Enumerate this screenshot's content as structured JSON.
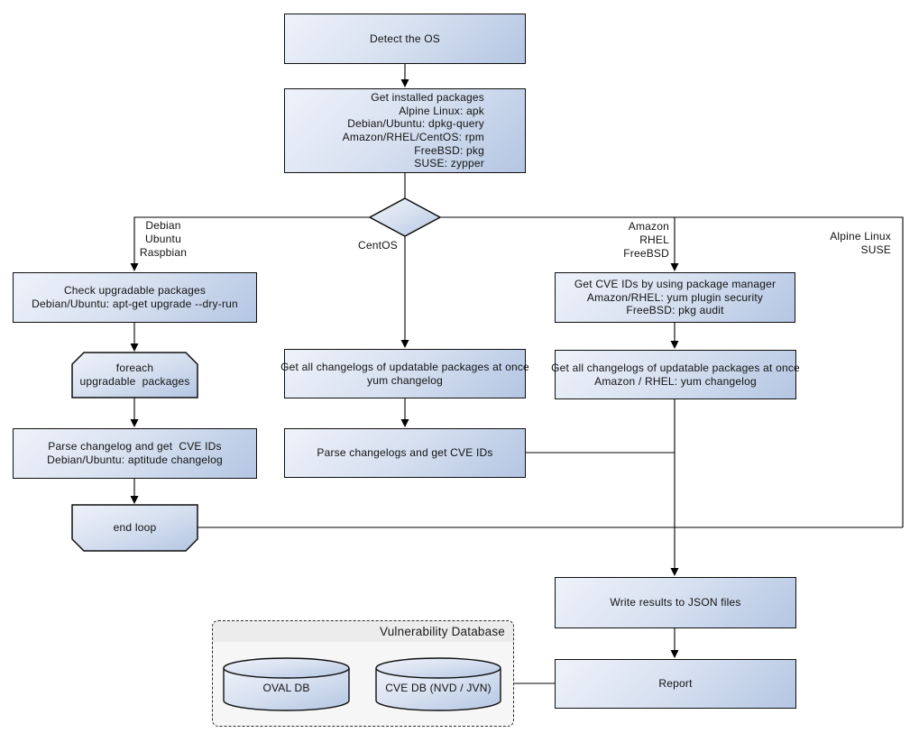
{
  "diagram": {
    "nodes": {
      "detect_os": {
        "label": "Detect the OS"
      },
      "get_installed_packages": {
        "label": "Get installed packages\nAlpine Linux: apk\nDebian/Ubuntu: dpkg-query\nAmazon/RHEL/CentOS: rpm\nFreeBSD: pkg\nSUSE: zypper"
      },
      "check_upgradable_packages": {
        "label": "Check upgradable packages\nDebian/Ubuntu: apt-get upgrade --dry-run"
      },
      "foreach_loop_start": {
        "label": "foreach\nupgradable  packages"
      },
      "parse_changelog_debian": {
        "label": "Parse changelog and get  CVE IDs\nDebian/Ubuntu: aptitude changelog"
      },
      "end_loop": {
        "label": "end loop"
      },
      "get_changelogs_centos": {
        "label": "Get all changelogs of updatable packages at once\nyum changelog"
      },
      "parse_changelogs_centos": {
        "label": "Parse changelogs and get CVE IDs"
      },
      "get_cve_ids_package_manager": {
        "label": "Get CVE IDs by using package manager\nAmazon/RHEL: yum plugin security\nFreeBSD: pkg audit"
      },
      "get_changelogs_amazon_rhel": {
        "label": "Get all changelogs of updatable packages at once\nAmazon / RHEL: yum changelog"
      },
      "write_results": {
        "label": "Write results to JSON files"
      },
      "report": {
        "label": "Report"
      }
    },
    "branch_labels": {
      "debian_group": "Debian\nUbuntu\nRaspbian",
      "centos": "CentOS",
      "amazon_group": "Amazon\nRHEL\nFreeBSD",
      "alpine_group": "Alpine Linux\nSUSE"
    },
    "vulnerability_database": {
      "title": "Vulnerability Database",
      "databases": [
        {
          "label": "OVAL DB"
        },
        {
          "label": "CVE DB (NVD / JVN)"
        }
      ]
    },
    "colors": {
      "node_gradient_start": "#eef2fa",
      "node_gradient_end": "#b4c6e3",
      "node_border": "#0f0f0f",
      "connector": "#000000",
      "db_panel_fill": "#f6f6f6",
      "db_panel_header": "#ececec",
      "text": "#121212"
    }
  }
}
